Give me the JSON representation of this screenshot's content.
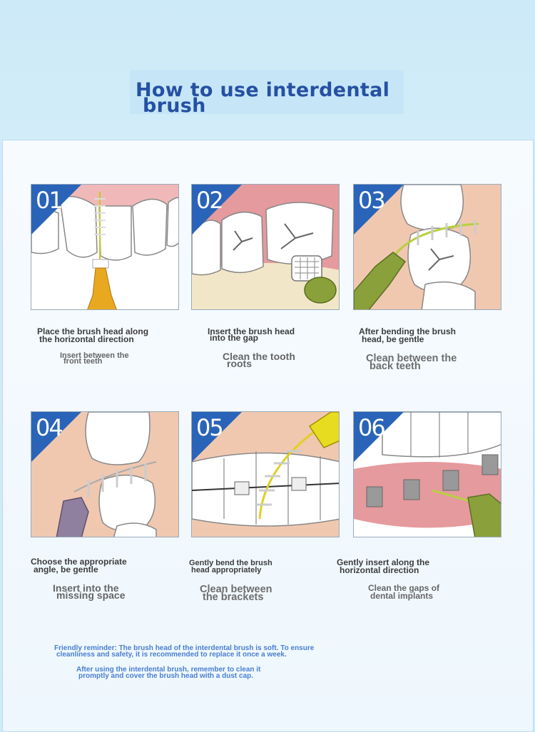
{
  "title": {
    "line1": "How to use interdental",
    "line2": "brush"
  },
  "steps": [
    {
      "num": "01",
      "caption1": "Place the brush head along",
      "caption2": "the horizontal direction",
      "sub1": "Insert between the",
      "sub2": "front teeth"
    },
    {
      "num": "02",
      "caption1": "Insert the brush head",
      "caption2": "into the gap",
      "sub1": "Clean the tooth",
      "sub2": "roots"
    },
    {
      "num": "03",
      "caption1": "After bending the brush",
      "caption2": "head, be gentle",
      "sub1": "Clean between the",
      "sub2": "back teeth"
    },
    {
      "num": "04",
      "caption1": "Choose the appropriate",
      "caption2": "angle, be gentle",
      "sub1": "Insert into the",
      "sub2": "missing space"
    },
    {
      "num": "05",
      "caption1": "Gently bend the brush",
      "caption2": "head appropriately",
      "sub1": "Clean between",
      "sub2": "the brackets"
    },
    {
      "num": "06",
      "caption1": "Gently insert along the",
      "caption2": "horizontal direction",
      "sub1": "Clean the gaps of",
      "sub2": "dental implants"
    }
  ],
  "reminder": {
    "line1": "Friendly reminder: The brush head of the interdental brush is soft. To ensure",
    "line2": "cleanliness and safety, it is recommended to replace it once a week.",
    "line3": "After using the interdental brush, remember to clean it",
    "line4": "promptly and cover the brush head with a dust cap."
  },
  "colors": {
    "title": "#2550a3",
    "badge": "#2a64b8",
    "gum": "#e59a9e",
    "handle_green": "#8aa03a",
    "handle_yellow": "#e0c020",
    "reminder": "#4a7fd0"
  }
}
